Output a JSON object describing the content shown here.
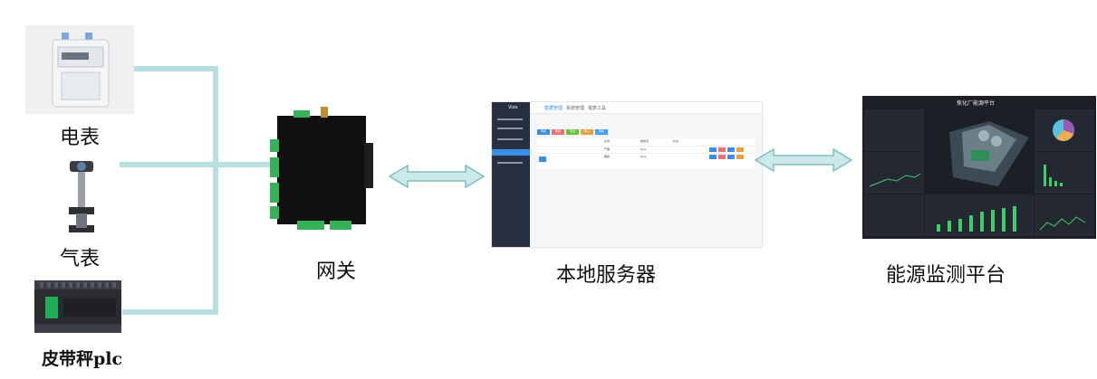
{
  "devices": [
    {
      "id": "meter",
      "label": "电表"
    },
    {
      "id": "gas",
      "label": "气表"
    },
    {
      "id": "plc",
      "label": "皮带秤plc"
    }
  ],
  "gateway": {
    "label": "网关"
  },
  "server": {
    "label": "本地服务器",
    "app_title": "Vizo",
    "tabs": [
      "数据管理",
      "系统管理",
      "报表工具"
    ],
    "buttons": [
      "添加",
      "删除",
      "导出",
      "导入",
      "刷新"
    ],
    "table_headers": [
      "名称",
      "数据源",
      "状态"
    ],
    "table_rows": [
      {
        "name": "产量",
        "source": "true"
      },
      {
        "name": "能耗",
        "source": "true"
      }
    ]
  },
  "platform": {
    "label": "能源监测平台",
    "title": "焦化厂能源平台"
  },
  "colors": {
    "connector": "#b7dfe0",
    "arrow_fill": "#cce9e9",
    "arrow_stroke": "#7fbfc0",
    "gateway_body": "#111111",
    "terminal_green": "#37b05a",
    "dashboard_bg": "#1c1f26",
    "sidebar_bg": "#263040"
  }
}
